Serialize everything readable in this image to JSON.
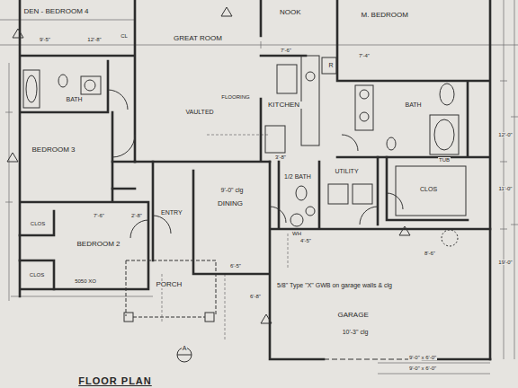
{
  "diagram": {
    "title": "FLOOR PLAN",
    "nodes": [
      {
        "text": [
          "DEN - BEDROOM 4"
        ]
      },
      {
        "text": [
          "GREAT ROOM"
        ]
      },
      {
        "text": [
          "NOOK"
        ]
      },
      {
        "text": [
          "M. BEDROOM"
        ]
      },
      {
        "text": [
          "BATH"
        ]
      },
      {
        "text": [
          "KITCHEN"
        ]
      },
      {
        "text": [
          "BATH"
        ]
      },
      {
        "text": [
          "BEDROOM 3"
        ]
      },
      {
        "text": [
          "DINING"
        ]
      },
      {
        "text": [
          "ENTRY"
        ]
      },
      {
        "text": [
          "1/2 BATH"
        ]
      },
      {
        "text": [
          "UTILITY"
        ]
      },
      {
        "text": [
          "CLOS"
        ]
      },
      {
        "text": [
          "BEDROOM 2"
        ]
      },
      {
        "text": [
          "PORCH"
        ]
      },
      {
        "text": [
          "GARAGE"
        ]
      }
    ],
    "labels": [
      "VAULTED",
      "FLOORING",
      "9'-0\" clg",
      "10'-3\" clg",
      "5/8\" Type \"X\" GWB on garage walls & clg",
      "5050 XO",
      "CLOS",
      "CLOS",
      "WH",
      "TUB",
      "R",
      "CL",
      "9'-5\"",
      "12'-8\"",
      "7'-6\"",
      "7'-4\"",
      "3'-8\"",
      "7'-6\"",
      "2'-8\"",
      "6'-5\"",
      "4'-5\"",
      "6'-8\"",
      "8'-6\"",
      "12'-0\"",
      "11'-0\"",
      "19'-0\"",
      "9'-0\" x 6'-0\"",
      "9'-0\" x 6'-0\"",
      "A"
    ]
  }
}
